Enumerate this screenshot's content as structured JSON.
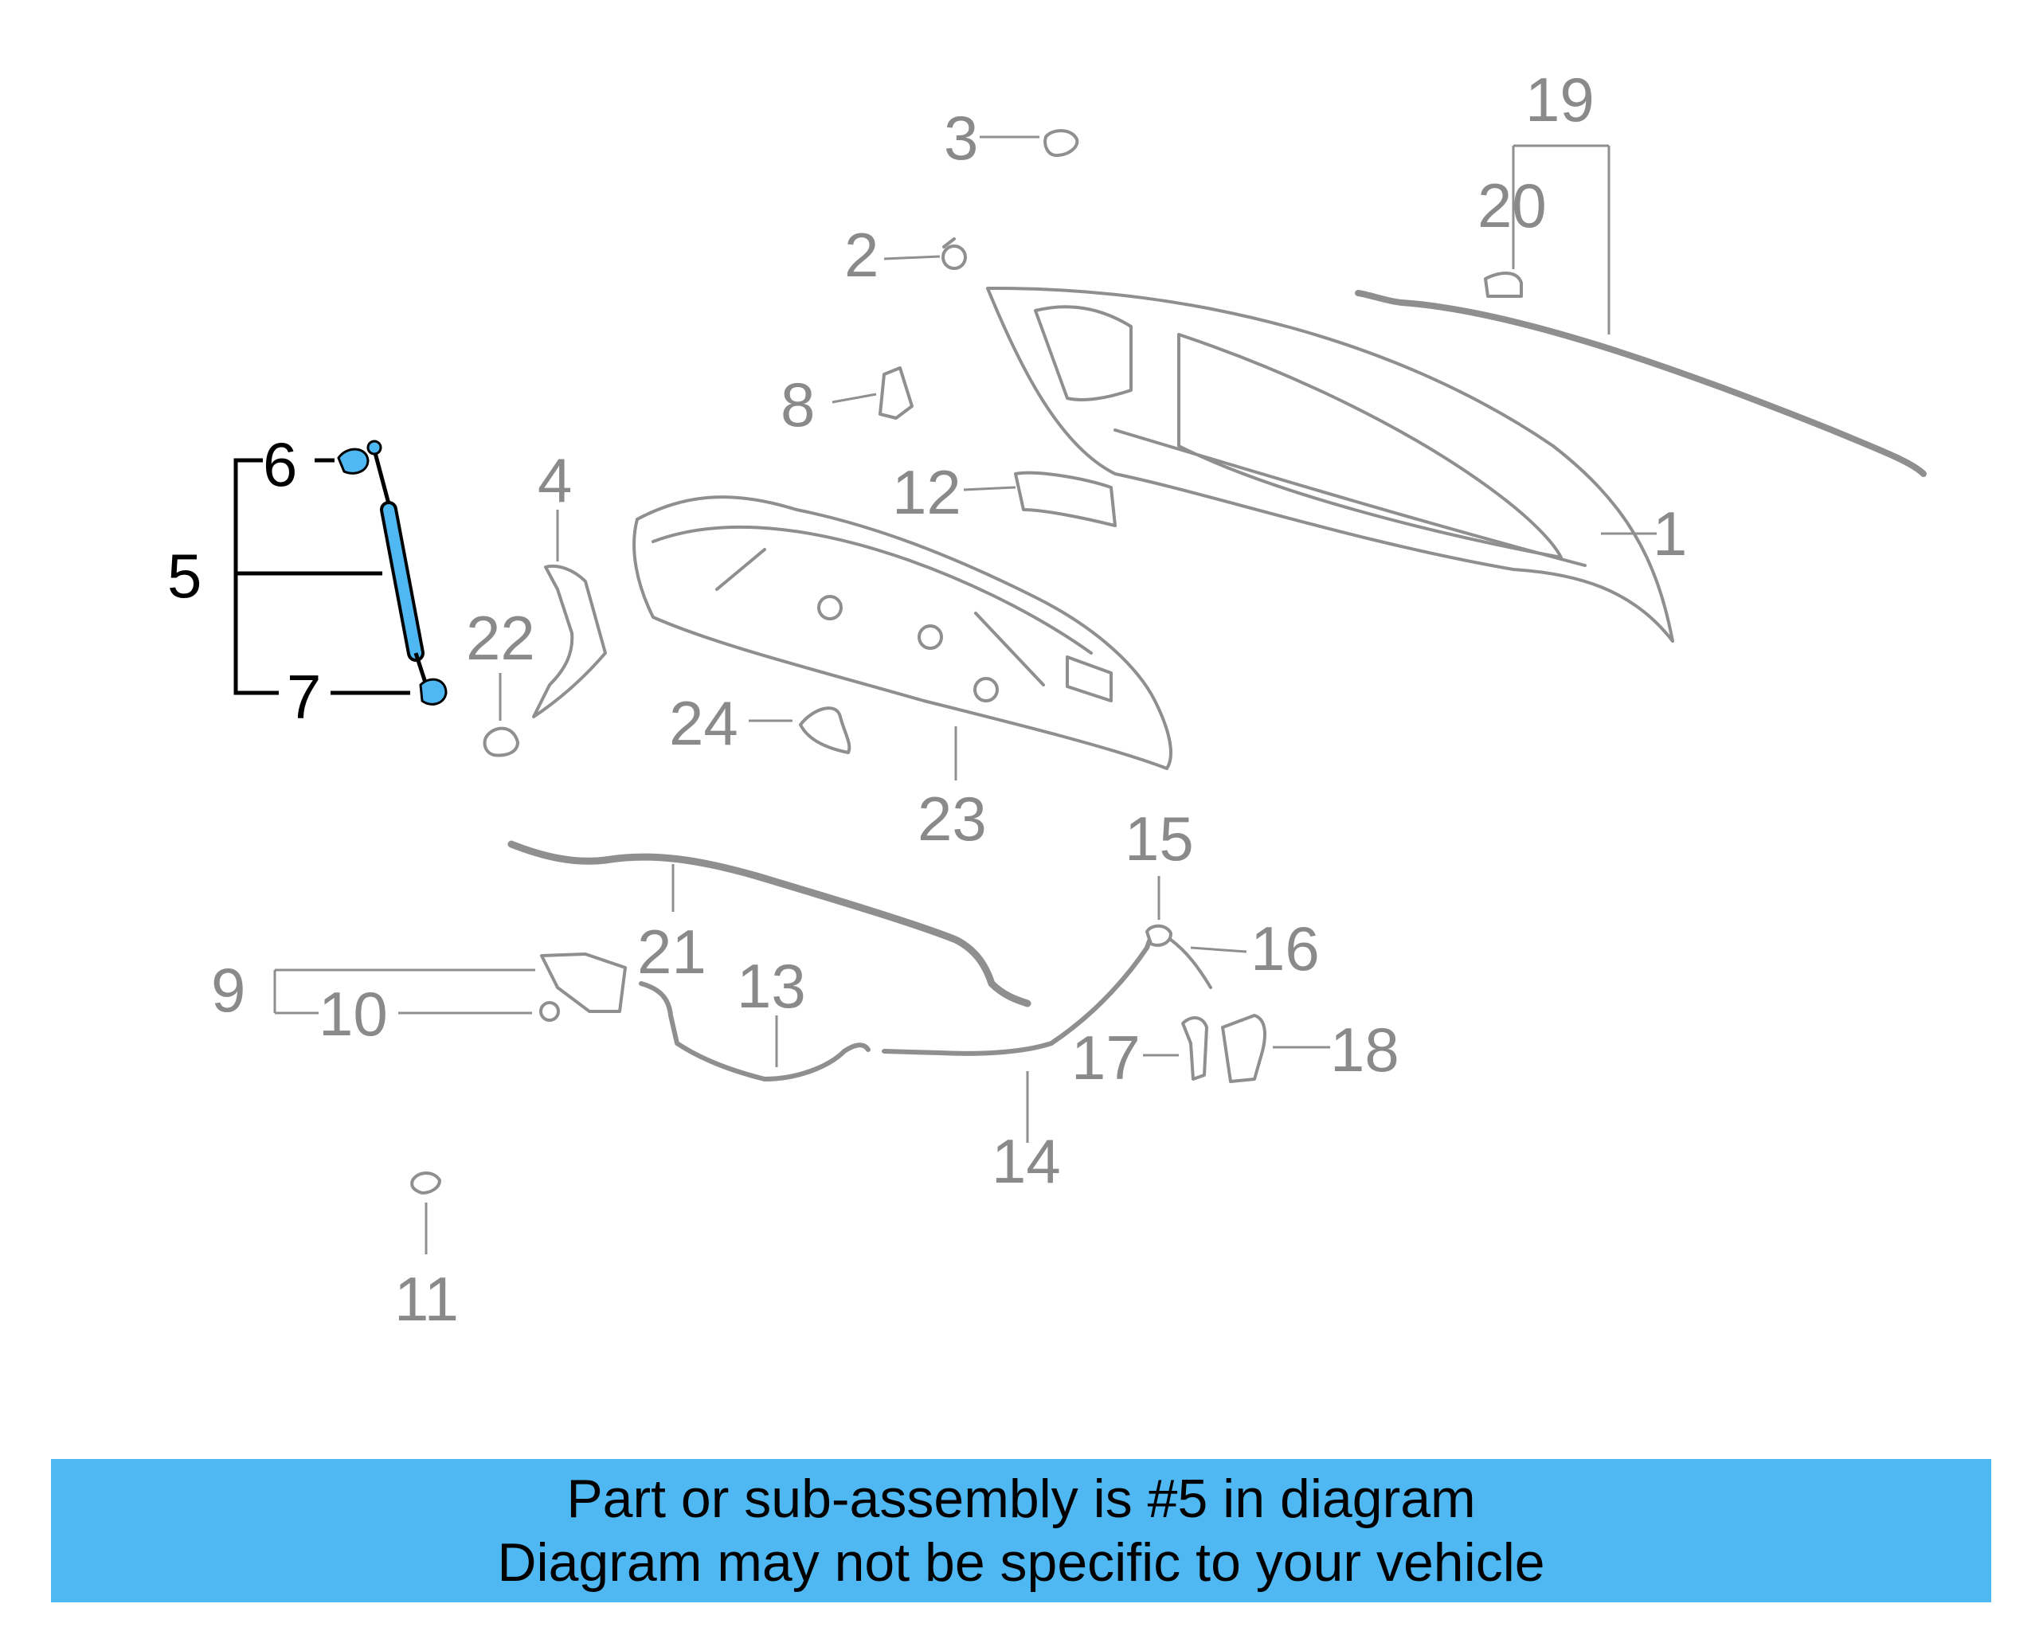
{
  "diagram": {
    "callouts": [
      {
        "id": "1",
        "label": "1"
      },
      {
        "id": "2",
        "label": "2"
      },
      {
        "id": "3",
        "label": "3"
      },
      {
        "id": "4",
        "label": "4"
      },
      {
        "id": "5",
        "label": "5"
      },
      {
        "id": "6",
        "label": "6"
      },
      {
        "id": "7",
        "label": "7"
      },
      {
        "id": "8",
        "label": "8"
      },
      {
        "id": "9",
        "label": "9"
      },
      {
        "id": "10",
        "label": "10"
      },
      {
        "id": "11",
        "label": "11"
      },
      {
        "id": "12",
        "label": "12"
      },
      {
        "id": "13",
        "label": "13"
      },
      {
        "id": "14",
        "label": "14"
      },
      {
        "id": "15",
        "label": "15"
      },
      {
        "id": "16",
        "label": "16"
      },
      {
        "id": "17",
        "label": "17"
      },
      {
        "id": "18",
        "label": "18"
      },
      {
        "id": "19",
        "label": "19"
      },
      {
        "id": "20",
        "label": "20"
      },
      {
        "id": "21",
        "label": "21"
      },
      {
        "id": "22",
        "label": "22"
      },
      {
        "id": "23",
        "label": "23"
      },
      {
        "id": "24",
        "label": "24"
      }
    ],
    "highlighted_part": "5",
    "colors": {
      "highlight": "#4fb8f2",
      "linework": "#8f8f8f",
      "banner": "#4fb8f2"
    }
  },
  "banner": {
    "line1": "Part or sub-assembly is #5 in diagram",
    "line2": "Diagram may not be specific to your vehicle"
  }
}
